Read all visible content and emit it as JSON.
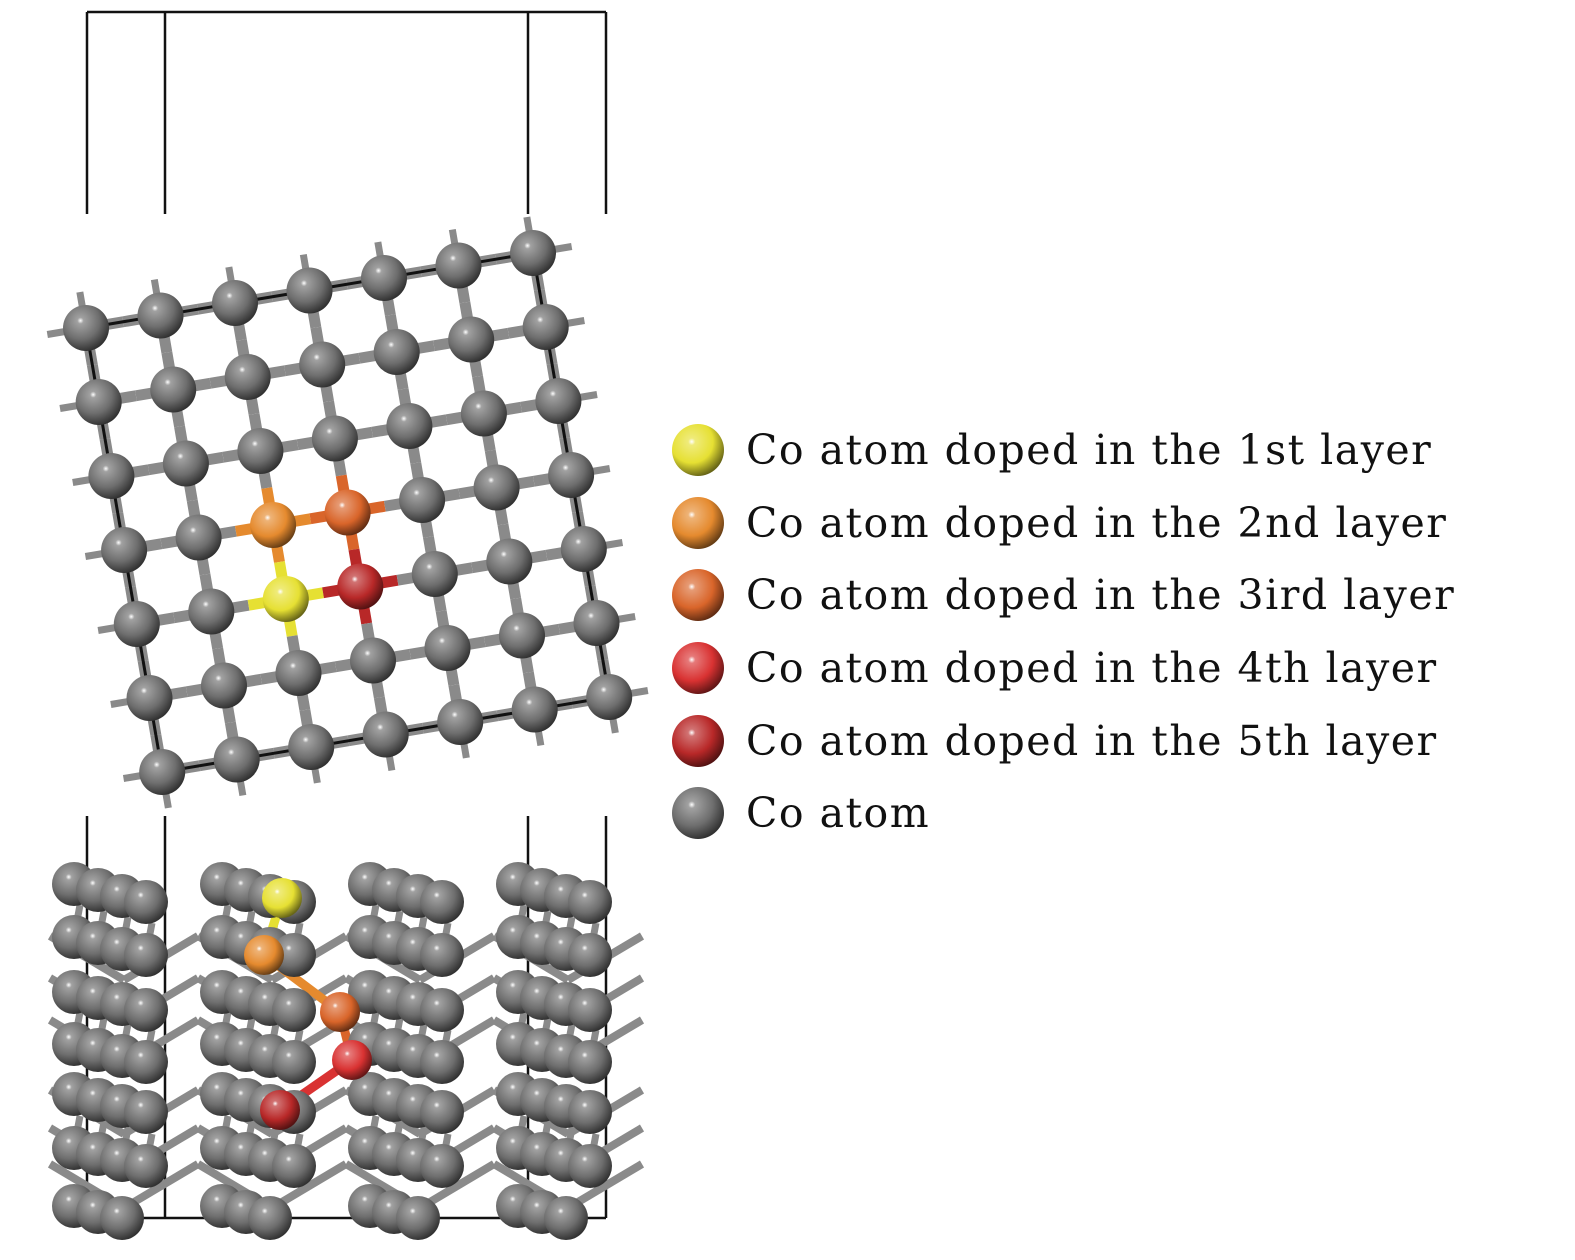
{
  "legend": {
    "items": [
      {
        "key": "layer1",
        "label": "Co atom doped in the 1st layer",
        "color": "#e6e033"
      },
      {
        "key": "layer2",
        "label": "Co atom doped in the 2nd layer",
        "color": "#e58a2e"
      },
      {
        "key": "layer3",
        "label": "Co atom doped in the 3ird layer",
        "color": "#d9652a"
      },
      {
        "key": "layer4",
        "label": "Co atom doped in the 4th layer",
        "color": "#d93232"
      },
      {
        "key": "layer5",
        "label": "Co atom doped in the 5th layer",
        "color": "#b82828"
      },
      {
        "key": "base",
        "label": "Co atom",
        "color": "#6e6e6e"
      }
    ]
  },
  "colors": {
    "bond": "#8a8a8a",
    "cell_line": "#111111"
  },
  "top_view": {
    "grid_rows": 7,
    "grid_cols": 7,
    "dopants": [
      {
        "row": 3,
        "col": 2,
        "layer": "layer2"
      },
      {
        "row": 3,
        "col": 3,
        "layer": "layer3"
      },
      {
        "row": 4,
        "col": 2,
        "layer": "layer1"
      },
      {
        "row": 4,
        "col": 3,
        "layer": "layer5"
      }
    ]
  },
  "side_view": {
    "dopants": [
      {
        "layer": "layer1"
      },
      {
        "layer": "layer2"
      },
      {
        "layer": "layer3"
      },
      {
        "layer": "layer4"
      },
      {
        "layer": "layer5"
      }
    ]
  }
}
